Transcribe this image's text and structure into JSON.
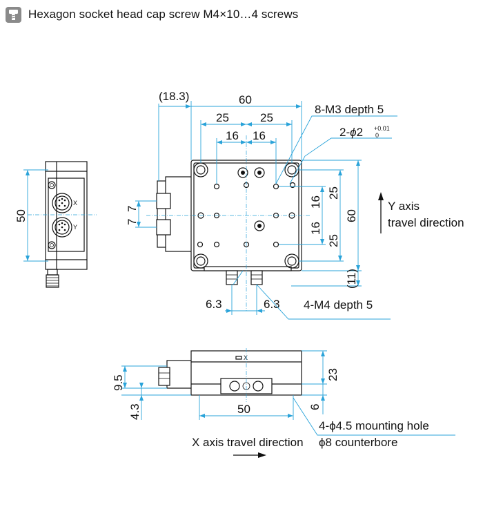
{
  "header": {
    "icon": "screw-icon",
    "text": "Hexagon socket head cap screw M4×10…4 screws"
  },
  "top_view": {
    "dim_overall_offset": "(18.3)",
    "dim_width": "60",
    "dim_hole_left": "25",
    "dim_hole_right": "25",
    "dim_inner_left": "16",
    "dim_inner_right": "16",
    "dim_height": "60",
    "dim_upper_25": "25",
    "dim_upper_16": "16",
    "dim_lower_16": "16",
    "dim_lower_25": "25",
    "dim_bottom_offset": "(11)",
    "dim_connector_7a": "7",
    "dim_connector_7b": "7",
    "dim_bottom_left": "6.3",
    "dim_bottom_right": "6.3",
    "note_m3": "8-M3 depth 5",
    "note_pin_prefix": "2-",
    "note_pin_phi": "ϕ",
    "note_pin_size": "2",
    "note_pin_tol_upper": "+0.01",
    "note_pin_tol_lower": "0",
    "note_m4": "4-M4 depth 5",
    "y_axis_line1": "Y axis",
    "y_axis_line2": "travel direction"
  },
  "side_view": {
    "dim_height": "50",
    "connector_labels": [
      "X",
      "Y"
    ]
  },
  "front_view": {
    "dim_height": "23",
    "dim_base": "6",
    "dim_connector_h": "9.5",
    "dim_connector_offset": "4.3",
    "dim_width": "50",
    "note_mount_line1": "4-ϕ4.5 mounting hole",
    "note_mount_line2": "ϕ8 counterbore",
    "x_axis_label": "X axis travel direction",
    "stamp_x": "X"
  },
  "colors": {
    "dimension_line": "#2aa3d9",
    "object_line": "#111111",
    "icon_bg": "#8a8a8a"
  }
}
